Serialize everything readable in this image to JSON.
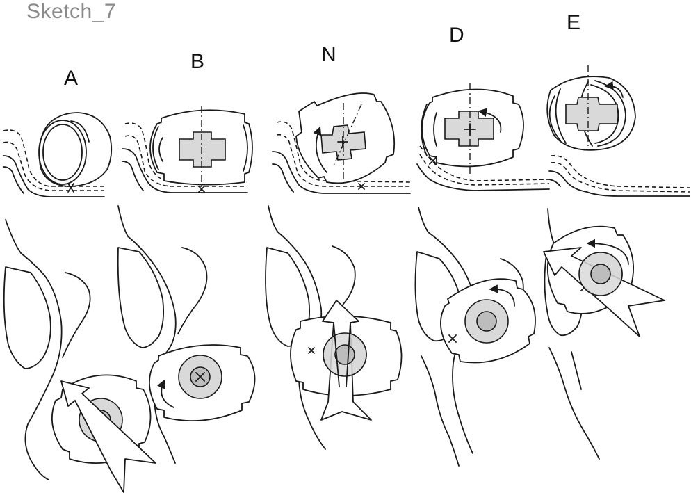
{
  "figure": {
    "title": "Sketch_7",
    "title_color": "#8a8a8a",
    "line_color": "#1a1a1a",
    "fill_light": "#d9d9d9",
    "fill_mid": "#bdbdbd",
    "panels": [
      {
        "label": "A"
      },
      {
        "label": "B"
      },
      {
        "label": "N"
      },
      {
        "label": "D"
      },
      {
        "label": "E"
      }
    ]
  }
}
